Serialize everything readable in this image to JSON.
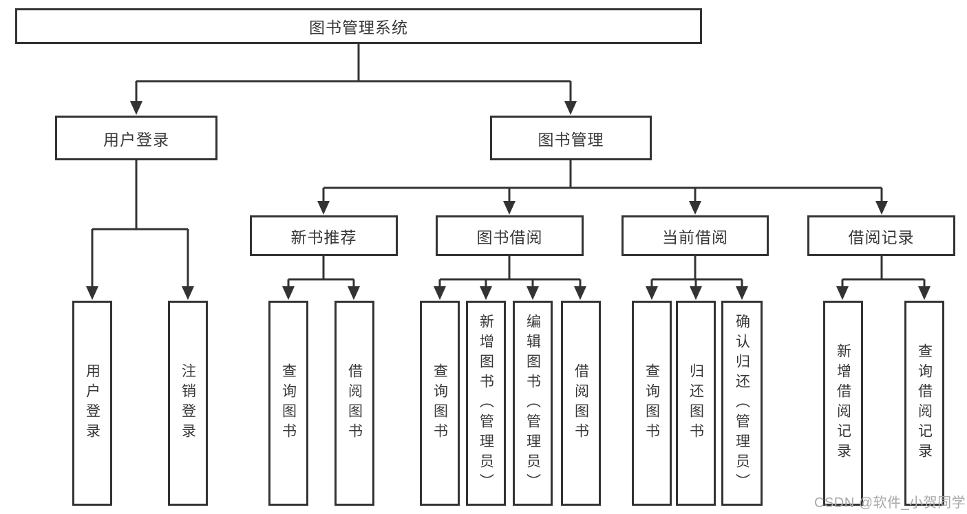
{
  "diagram": {
    "root": {
      "label": "图书管理系统"
    },
    "branches": [
      {
        "label": "用户登录",
        "children": [
          "用户登录",
          "注销登录"
        ]
      },
      {
        "label": "图书管理",
        "children": [
          {
            "label": "新书推荐",
            "children": [
              "查询图书",
              "借阅图书"
            ]
          },
          {
            "label": "图书借阅",
            "children": [
              "查询图书",
              "新增图书（管理员）",
              "编辑图书（管理员）",
              "借阅图书"
            ]
          },
          {
            "label": "当前借阅",
            "children": [
              "查询图书",
              "归还图书",
              "确认归还（管理员）"
            ]
          },
          {
            "label": "借阅记录",
            "children": [
              "新增借阅记录",
              "查询借阅记录"
            ]
          }
        ]
      }
    ]
  },
  "watermark": {
    "text": "CSDN @软件_小贺同学"
  },
  "colors": {
    "background": "#ffffff",
    "box_fill": "#ffffff",
    "box_border": "#333333",
    "line": "#333333",
    "text": "#383838",
    "watermark": "#a8a8a8"
  }
}
